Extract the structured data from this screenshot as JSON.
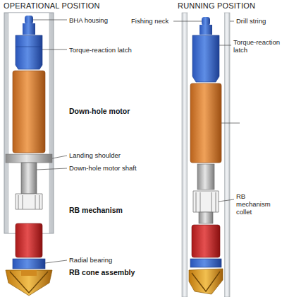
{
  "diagram": {
    "labels": [
      "OPERATIONAL POSITION",
      "RUNNING POSITION",
      "BHA housing",
      "Torque-reaction latch",
      "Down-hole motor",
      "Landing shoulder",
      "Down-hole motor shaft",
      "RB mechanism",
      "Radial bearing",
      "RB cone assembly",
      "Fishing neck",
      "Drill string",
      "Torque-reaction latch",
      "RB mechanism collet"
    ]
  }
}
